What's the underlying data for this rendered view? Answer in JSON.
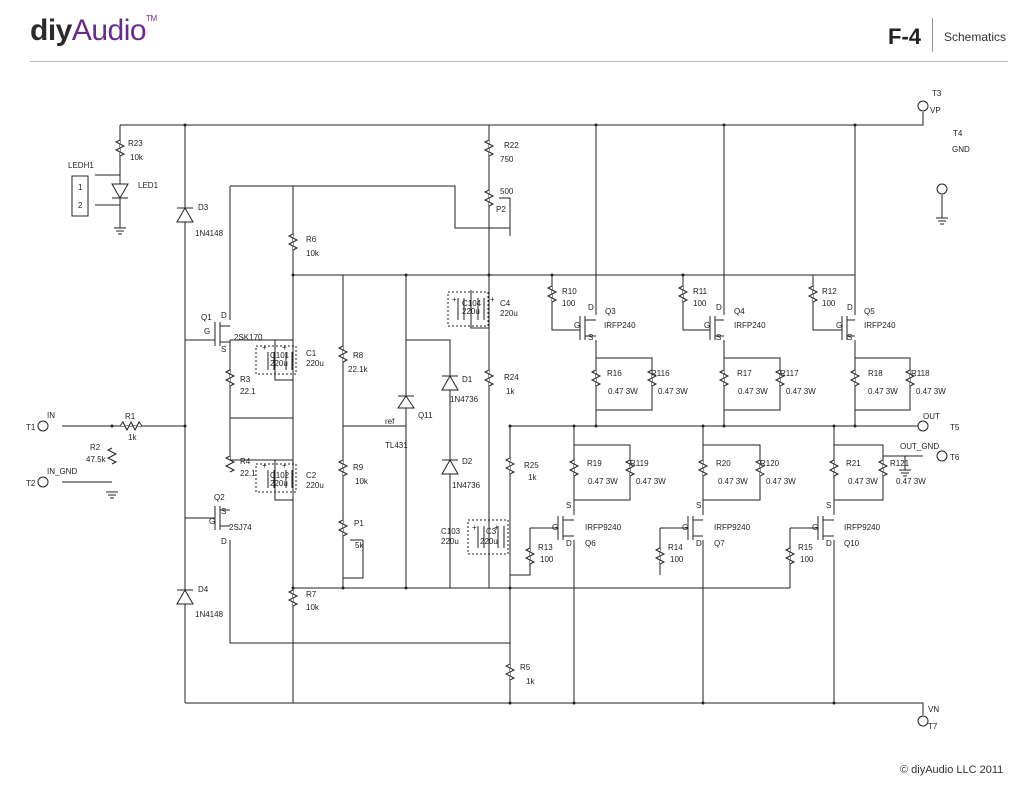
{
  "header": {
    "logo_bold": "diy",
    "logo_light": "Audio",
    "logo_tm": "TM",
    "doc_id": "F-4",
    "section": "Schematics"
  },
  "footer": {
    "copyright": "©  diyAudio LLC 2011"
  },
  "terminals": {
    "T1": "T1",
    "IN": "IN",
    "T2": "T2",
    "IN_GND": "IN_GND",
    "T3": "T3",
    "VP": "VP",
    "T4": "T4",
    "GND": "GND",
    "T5": "T5",
    "OUT": "OUT",
    "T6": "T6",
    "OUT_GND": "OUT_GND",
    "T7": "T7",
    "VN": "VN"
  },
  "components": {
    "R1": {
      "ref": "R1",
      "val": "1k"
    },
    "R2": {
      "ref": "R2",
      "val": "47.5k"
    },
    "R3": {
      "ref": "R3",
      "val": "22.1"
    },
    "R4": {
      "ref": "R4",
      "val": "22.1"
    },
    "R5": {
      "ref": "R5",
      "val": "1k"
    },
    "R6": {
      "ref": "R6",
      "val": "10k"
    },
    "R7": {
      "ref": "R7",
      "val": "10k"
    },
    "R8": {
      "ref": "R8",
      "val": "22.1k"
    },
    "R9": {
      "ref": "R9",
      "val": "10k"
    },
    "R10": {
      "ref": "R10",
      "val": "100"
    },
    "R11": {
      "ref": "R11",
      "val": "100"
    },
    "R12": {
      "ref": "R12",
      "val": "100"
    },
    "R13": {
      "ref": "R13",
      "val": "100"
    },
    "R14": {
      "ref": "R14",
      "val": "100"
    },
    "R15": {
      "ref": "R15",
      "val": "100"
    },
    "R16": {
      "ref": "R16",
      "val": "0.47 3W"
    },
    "R116": {
      "ref": "R116",
      "val": "0.47 3W"
    },
    "R17": {
      "ref": "R17",
      "val": "0.47 3W"
    },
    "R117": {
      "ref": "R117",
      "val": "0.47 3W"
    },
    "R18": {
      "ref": "R18",
      "val": "0.47 3W"
    },
    "R118": {
      "ref": "R118",
      "val": "0.47 3W"
    },
    "R19": {
      "ref": "R19",
      "val": "0.47 3W"
    },
    "R119": {
      "ref": "R119",
      "val": "0.47 3W"
    },
    "R20": {
      "ref": "R20",
      "val": "0.47 3W"
    },
    "R120": {
      "ref": "R120",
      "val": "0.47 3W"
    },
    "R21": {
      "ref": "R21",
      "val": "0.47 3W"
    },
    "R121": {
      "ref": "R121",
      "val": "0.47 3W"
    },
    "R22": {
      "ref": "R22",
      "val": "750"
    },
    "R23": {
      "ref": "R23",
      "val": "10k"
    },
    "R24": {
      "ref": "R24",
      "val": "1k"
    },
    "R25": {
      "ref": "R25",
      "val": "1k"
    },
    "P1": {
      "ref": "P1",
      "val": "5k"
    },
    "P2": {
      "ref": "P2",
      "val": "500"
    },
    "C1": {
      "ref": "C1",
      "val": "220u"
    },
    "C101": {
      "ref": "C101",
      "val": "220u"
    },
    "C2": {
      "ref": "C2",
      "val": "220u"
    },
    "C102": {
      "ref": "C102",
      "val": "220u"
    },
    "C3": {
      "ref": "C3",
      "val": "220u"
    },
    "C103": {
      "ref": "C103",
      "val": "220u"
    },
    "C4": {
      "ref": "C4",
      "val": "220u"
    },
    "C104": {
      "ref": "C104",
      "val": "220u"
    },
    "D1": {
      "ref": "D1",
      "val": "1N4736"
    },
    "D2": {
      "ref": "D2",
      "val": "1N4736"
    },
    "D3": {
      "ref": "D3",
      "val": "1N4148"
    },
    "D4": {
      "ref": "D4",
      "val": "1N4148"
    },
    "LED1": {
      "ref": "LED1"
    },
    "LEDH1": {
      "ref": "LEDH1",
      "pin1": "1",
      "pin2": "2"
    },
    "Q1": {
      "ref": "Q1",
      "val": "2SK170"
    },
    "Q2": {
      "ref": "Q2",
      "val": "2SJ74"
    },
    "Q3": {
      "ref": "Q3",
      "val": "IRFP240"
    },
    "Q4": {
      "ref": "Q4",
      "val": "IRFP240"
    },
    "Q5": {
      "ref": "Q5",
      "val": "IRFP240"
    },
    "Q6": {
      "ref": "Q6",
      "val": "IRFP9240"
    },
    "Q7": {
      "ref": "Q7",
      "val": "IRFP9240"
    },
    "Q10": {
      "ref": "Q10",
      "val": "IRFP9240"
    },
    "Q11": {
      "ref": "Q11",
      "val": "TL431",
      "pin": "ref"
    }
  },
  "pins": {
    "G": "G",
    "D": "D",
    "S": "S",
    "plus": "+",
    "one": "1",
    "two": "2"
  }
}
